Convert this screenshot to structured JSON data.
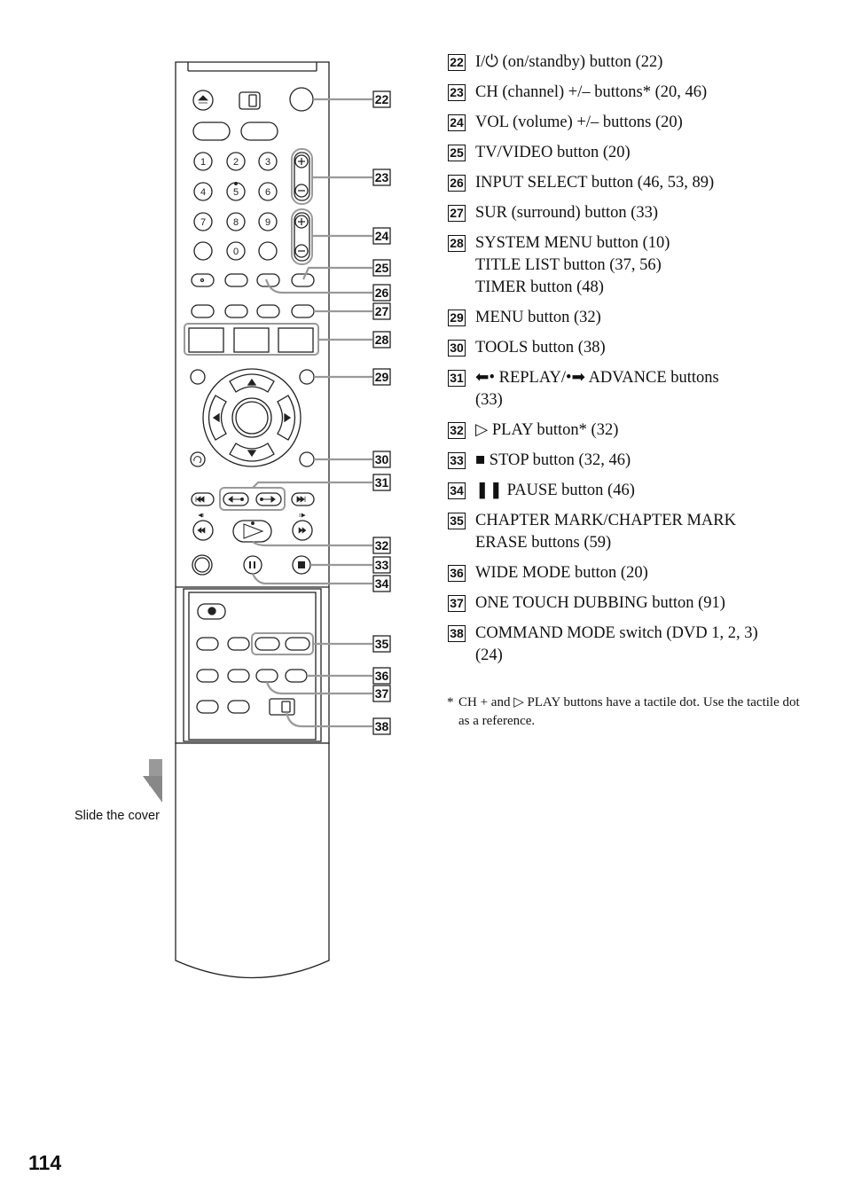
{
  "page_number": "114",
  "cover_caption": "Slide the cover",
  "callouts": [
    "22",
    "23",
    "24",
    "25",
    "26",
    "27",
    "28",
    "29",
    "30",
    "31",
    "32",
    "33",
    "34",
    "35",
    "36",
    "37",
    "38"
  ],
  "keypad": [
    "1",
    "2",
    "3",
    "4",
    "5",
    "6",
    "7",
    "8",
    "9",
    "0"
  ],
  "entries": [
    {
      "num": "22",
      "parts": [
        "I/⏻ (on/standby) button (22)"
      ]
    },
    {
      "num": "23",
      "parts": [
        "CH (channel) +/– buttons* (20, 46)"
      ]
    },
    {
      "num": "24",
      "parts": [
        "VOL (volume) +/– buttons (20)"
      ]
    },
    {
      "num": "25",
      "parts": [
        "TV/VIDEO button (20)"
      ]
    },
    {
      "num": "26",
      "parts": [
        "INPUT SELECT button (46, 53, 89)"
      ]
    },
    {
      "num": "27",
      "parts": [
        "SUR (surround) button (33)"
      ]
    },
    {
      "num": "28",
      "parts": [
        "SYSTEM MENU button (10)",
        "TITLE LIST button (37, 56)",
        "TIMER button (48)"
      ]
    },
    {
      "num": "29",
      "parts": [
        "MENU button (32)"
      ]
    },
    {
      "num": "30",
      "parts": [
        "TOOLS button (38)"
      ]
    },
    {
      "num": "31",
      "parts": [
        "⬅• REPLAY/•➡ ADVANCE buttons",
        "(33)"
      ]
    },
    {
      "num": "32",
      "parts": [
        "▷ PLAY button* (32)"
      ]
    },
    {
      "num": "33",
      "parts": [
        "■ STOP button (32, 46)"
      ]
    },
    {
      "num": "34",
      "parts": [
        "❚❚ PAUSE button (46)"
      ]
    },
    {
      "num": "35",
      "parts": [
        "CHAPTER MARK/CHAPTER MARK",
        "ERASE buttons (59)"
      ]
    },
    {
      "num": "36",
      "parts": [
        "WIDE MODE button (20)"
      ]
    },
    {
      "num": "37",
      "parts": [
        "ONE TOUCH DUBBING button (91)"
      ]
    },
    {
      "num": "38",
      "parts": [
        "COMMAND MODE switch (DVD 1, 2, 3)",
        "(24)"
      ]
    }
  ],
  "footnote_mark": "*",
  "footnote": "CH + and ▷ PLAY buttons have a tactile dot. Use the tactile dot as a reference."
}
